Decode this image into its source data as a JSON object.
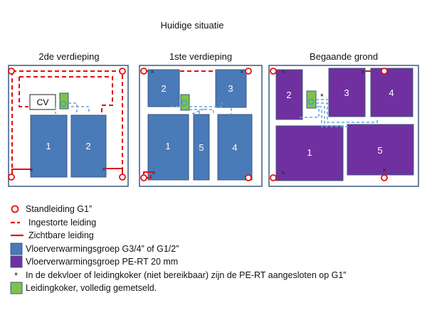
{
  "title": "Huidige situatie",
  "floors": [
    {
      "name": "2de verdieping",
      "groups": [
        "1",
        "2"
      ],
      "cv_label": "CV"
    },
    {
      "name": "1ste verdieping",
      "groups": [
        "2",
        "3",
        "1",
        "5",
        "4"
      ]
    },
    {
      "name": "Begaande grond",
      "groups": [
        "2",
        "3",
        "4",
        "1",
        "5"
      ],
      "asterisk": "*"
    }
  ],
  "legend": [
    {
      "symbol": "red-circle",
      "text": "Standleiding G1”"
    },
    {
      "symbol": "red-dashed-line",
      "text": "Ingestorte leiding"
    },
    {
      "symbol": "red-solid-line",
      "text": "Zichtbare leiding"
    },
    {
      "symbol": "blue-square",
      "text": "Vloerverwarmingsgroep G3/4”  of G1/2”"
    },
    {
      "symbol": "purple-square",
      "text": "Vloerverwarmingsgroep PE-RT 20 mm"
    },
    {
      "symbol": "asterisk",
      "text": "In de dekvloer of leidingkoker (niet bereikbaar) zijn de PE-RT aangesloten op G1”"
    },
    {
      "symbol": "green-square",
      "text": "Leidingkoker, volledig gemetseld."
    }
  ],
  "colors": {
    "blue_group": "#4a7ab8",
    "purple_group": "#7030a0",
    "red_pipe": "#e01010",
    "green_shaft": "#7fc24a",
    "outline": "#3c5a80"
  }
}
